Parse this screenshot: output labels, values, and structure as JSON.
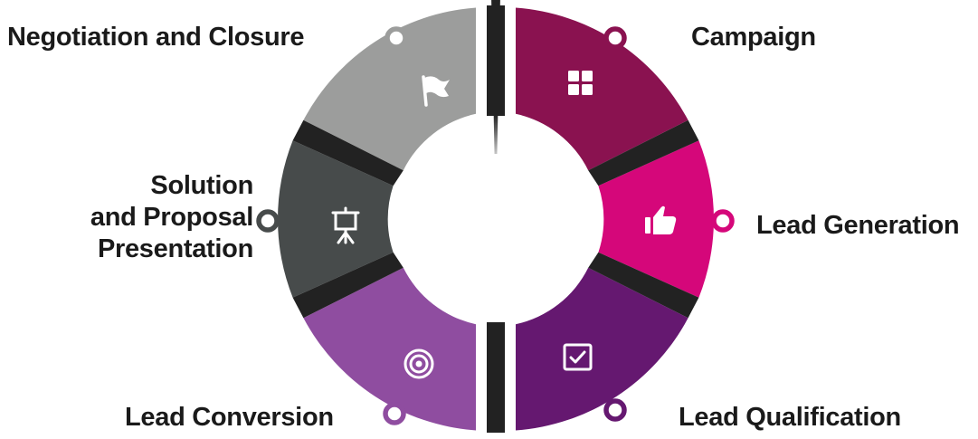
{
  "stages": [
    {
      "id": "campaign",
      "label": "Campaign",
      "color": "#8a1250",
      "icon": "grid-icon"
    },
    {
      "id": "lead-generation",
      "label": "Lead Generation",
      "color": "#d5077a",
      "icon": "thumbs-up-icon"
    },
    {
      "id": "lead-qualification",
      "label": "Lead Qualification",
      "color": "#651870",
      "icon": "checkbox-icon"
    },
    {
      "id": "lead-conversion",
      "label": "Lead Conversion",
      "color": "#8f4da0",
      "icon": "target-icon"
    },
    {
      "id": "solution-proposal",
      "label_lines": [
        "Solution",
        "and Proposal",
        "Presentation"
      ],
      "color": "#474b4b",
      "icon": "presentation-board-icon"
    },
    {
      "id": "negotiation",
      "label": "Negotiation and Closure",
      "color": "#9c9d9c",
      "icon": "flag-icon"
    }
  ],
  "divider_color": "#222222"
}
